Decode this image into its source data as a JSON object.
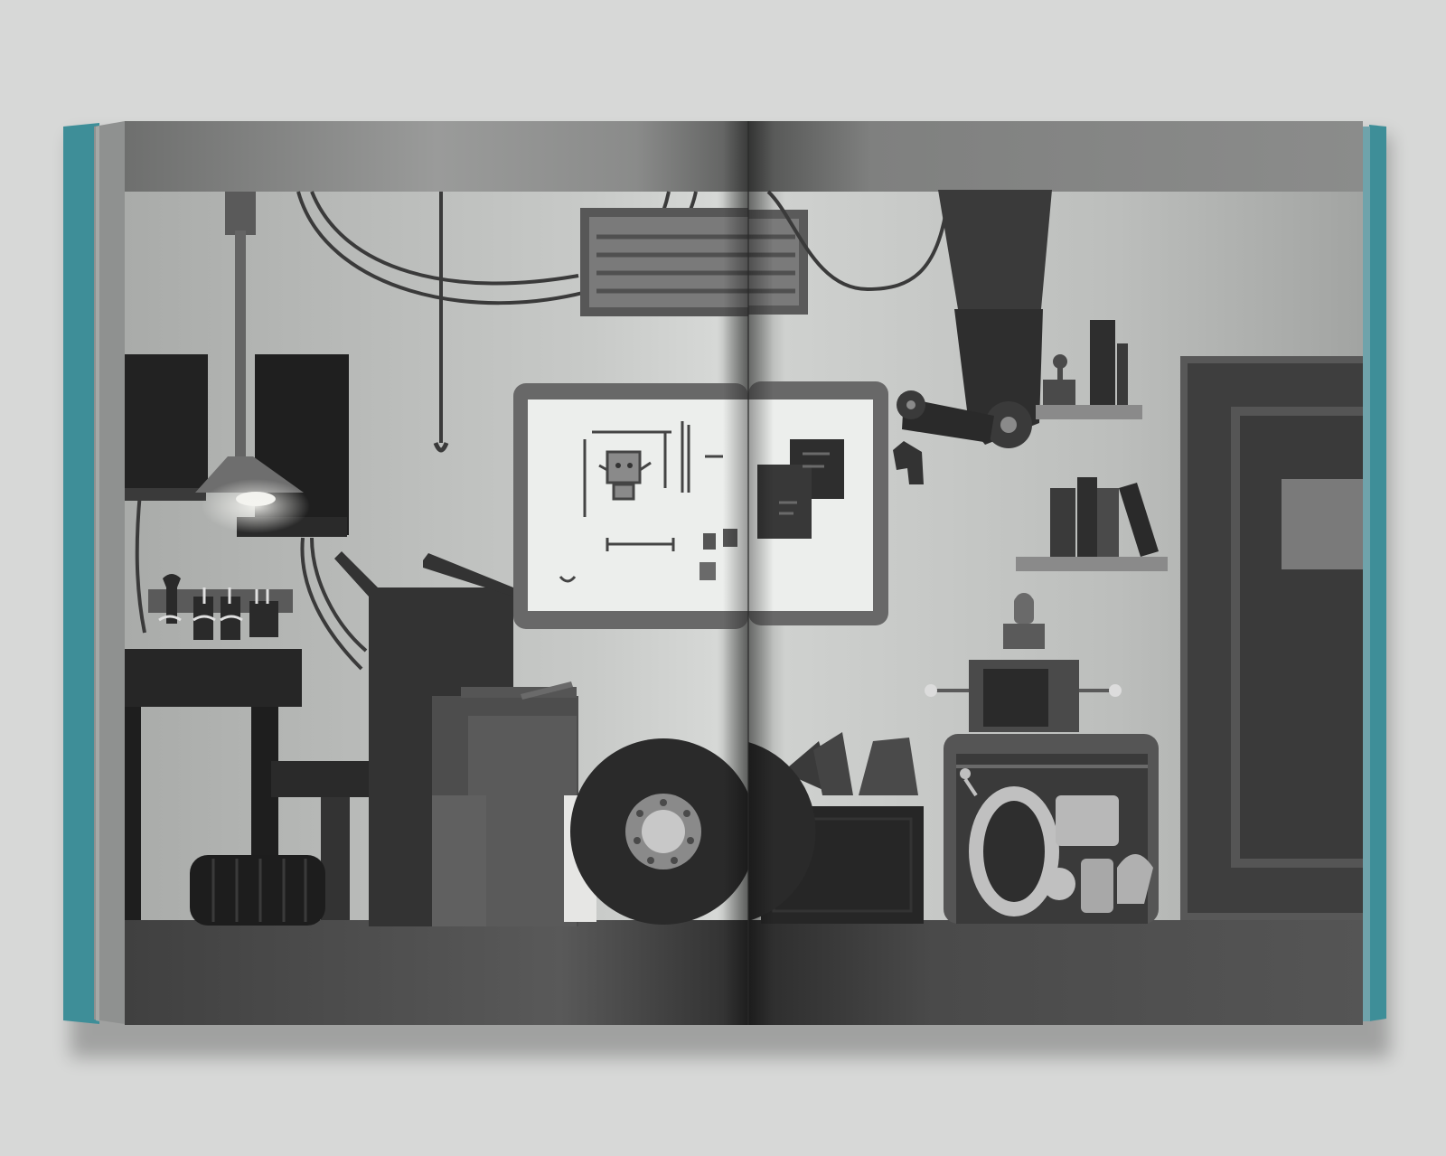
{
  "scene": {
    "subject": "open-illustrated-book-mockup",
    "colors": {
      "background": "#d7d8d7",
      "cover_teal": "#3e8e98",
      "spine_edge": "#6fa3ab",
      "page_stack": "#8f9190",
      "wall_light": "#c9cbc9",
      "wall_mid": "#a6a8a6",
      "frame_dark": "#585958",
      "floor_band": "#4b4b4a",
      "silhouette": "#2c2c2c",
      "object_gray": "#7c7c7c",
      "paper_white": "#eeeeec"
    },
    "objects": [
      "pendant-lamp",
      "hanging-cables",
      "wall-vent",
      "whiteboard-with-robot-sketch",
      "sticky-notes",
      "robotic-arm",
      "wall-shelves-with-books",
      "tool-rack",
      "workbench",
      "robot-head",
      "open-cabinet-with-robot-parts",
      "tire",
      "door"
    ]
  }
}
